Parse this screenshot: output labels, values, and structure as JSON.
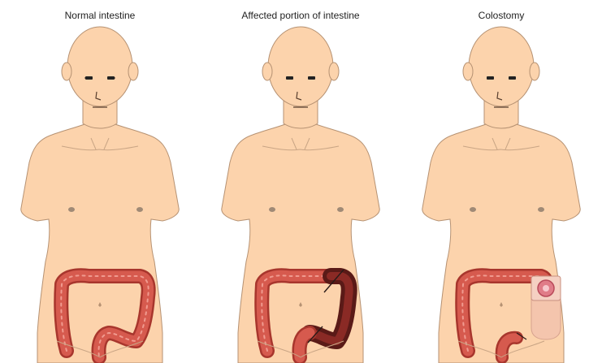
{
  "panels": [
    {
      "title": "Normal intestine",
      "variant": "normal"
    },
    {
      "title": "Affected portion of intestine",
      "variant": "affected"
    },
    {
      "title": "Colostomy",
      "variant": "colostomy"
    }
  ],
  "colors": {
    "skin": "#fcd3ac",
    "skin_outline": "#b69273",
    "intestine": "#d65a4e",
    "intestine_dark": "#a8362d",
    "affected": "#5a1a17",
    "stoma_bag": "#f2c0ad",
    "stoma": "#e07c88",
    "nipple": "#a08a76"
  }
}
